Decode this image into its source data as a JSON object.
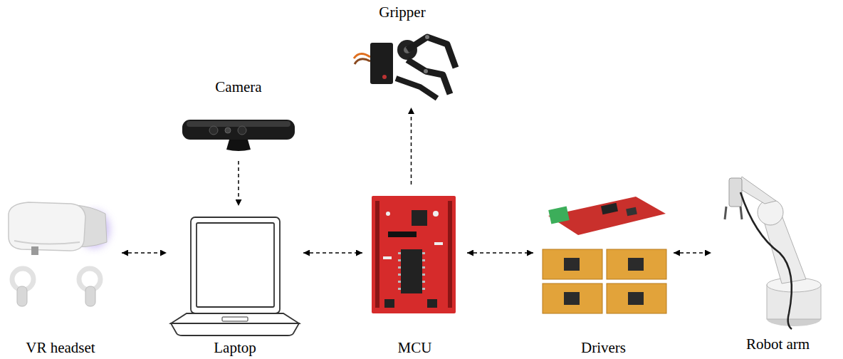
{
  "diagram": {
    "nodes": [
      {
        "text": [
          "Gripper"
        ]
      },
      {
        "text": [
          "Camera"
        ]
      },
      {
        "text": [
          "VR headset"
        ]
      },
      {
        "text": [
          "Laptop"
        ]
      },
      {
        "text": [
          "MCU"
        ]
      },
      {
        "text": [
          "Drivers"
        ]
      },
      {
        "text": [
          "Robot arm"
        ]
      }
    ],
    "edges": [
      {
        "from": 2,
        "to": 3,
        "arrow": "both"
      },
      {
        "from": 3,
        "to": 4,
        "arrow": "both"
      },
      {
        "from": 4,
        "to": 5,
        "arrow": "both"
      },
      {
        "from": 5,
        "to": 6,
        "arrow": "both"
      },
      {
        "from": 1,
        "to": 3,
        "arrow": "to"
      },
      {
        "from": 4,
        "to": 0,
        "arrow": "to"
      }
    ]
  }
}
